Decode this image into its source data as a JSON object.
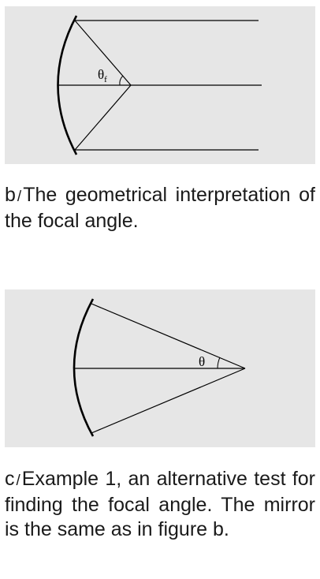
{
  "figure_b": {
    "label": "b",
    "separator": "/",
    "caption": "The geometrical interpretation of the focal angle.",
    "angle_symbol": "θ",
    "angle_subscript": "f"
  },
  "figure_c": {
    "label": "c",
    "separator": "/",
    "caption": "Example 1, an alternative test for finding the focal angle. The mirror is the same as in figure b.",
    "angle_symbol": "θ"
  }
}
